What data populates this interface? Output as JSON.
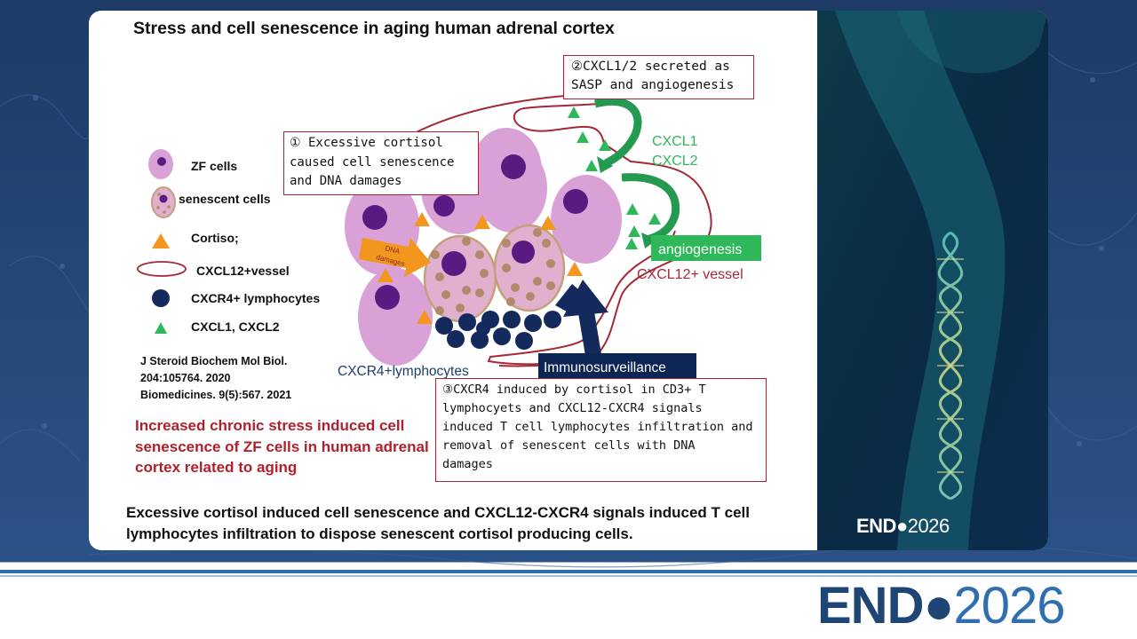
{
  "slide": {
    "title": "Stress and cell senescence in aging human adrenal cortex",
    "legend": {
      "zf": "ZF cells",
      "senescent": "senescent cells",
      "cortisol": "Cortiso;",
      "vessel": "CXCL12+vessel",
      "cxcr4": "CXCR4+ lymphocytes",
      "cxcl": "CXCL1, CXCL2"
    },
    "reference": {
      "line1": "J Steroid Biochem Mol Biol.",
      "line2": "204:105764. 2020",
      "line3": "Biomedicines. 9(5):567. 2021"
    },
    "stress_text": "Increased chronic stress induced cell senescence of ZF cells in human adrenal cortex related to aging",
    "box1": {
      "line1": "① Excessive cortisol",
      "line2": "caused cell senescence",
      "line3": "and DNA damages"
    },
    "box2": {
      "line1": "②CXCL1/2 secreted as",
      "line2": "SASP and angiogenesis"
    },
    "box3": {
      "line1": "③CXCR4 induced by cortisol in CD3+ T",
      "line2": "lymphocyets and CXCL12-CXCR4 signals",
      "line3": "induced T cell lymphocytes infiltration and",
      "line4": "removal of senescent cells with DNA",
      "line5": "damages"
    },
    "diagram_labels": {
      "cxcl1": "CXCL1",
      "cxcl2": "CXCL2",
      "angiogenesis": "angiogenesis",
      "vessel": "CXCL12+ vessel",
      "lymphocytes": "CXCR4+lymphocytes",
      "immuno": "Immunosurveillance",
      "dna_line1": "DNA",
      "dna_line2": "damages"
    },
    "bottom_text": "Excessive cortisol induced cell senescence and CXCL12-CXCR4 signals induced T cell lymphocytes infiltration to dispose senescent cortisol producing cells."
  },
  "branding": {
    "small_endo": "END",
    "small_year": "2026",
    "big_endo": "END",
    "big_year": "2026"
  },
  "colors": {
    "zf_cell": "#d9a1d6",
    "nucleus": "#5a1a82",
    "senescent_fill": "#e2b0cf",
    "senescent_dots": "#b08a6a",
    "cortisol": "#f2961e",
    "vessel": "#a52836",
    "lymphocyte": "#142a5c",
    "cxcl": "#2eb85a",
    "arrow_green": "#239a50",
    "immuno_bg": "#0c2554",
    "stress_text": "#b0202c"
  }
}
